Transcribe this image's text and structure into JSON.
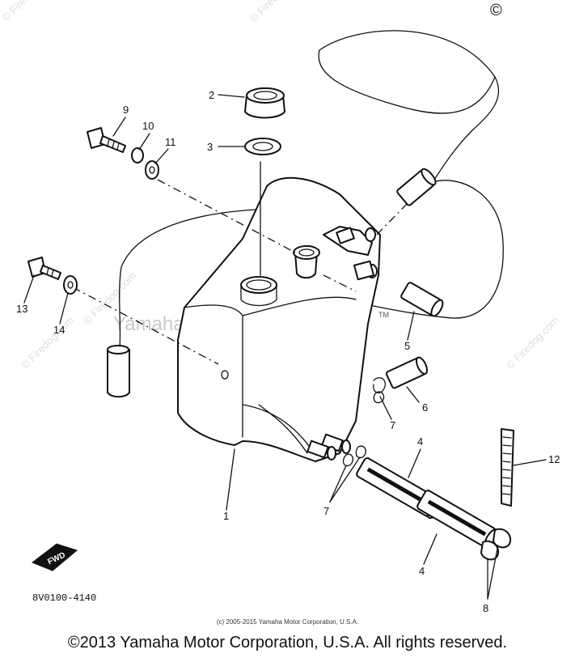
{
  "diagram": {
    "callouts": {
      "c1": "1",
      "c2": "2",
      "c3": "3",
      "c4a": "4",
      "c4b": "4",
      "c5": "5",
      "c6": "6",
      "c7a": "7",
      "c7b": "7",
      "c8": "8",
      "c9": "9",
      "c10": "10",
      "c11": "11",
      "c12": "12",
      "c13": "13",
      "c14": "14"
    },
    "tm_mark": "TM",
    "fwd_label": "FWD",
    "part_code": "8V0100-4140"
  },
  "watermarks": {
    "center": "Yamaha Motor Corp, U.S.A.",
    "corner_symbol": "©",
    "firedog": "© Firedog.com"
  },
  "footer": {
    "small_copyright": "(c) 2005-2015 Yamaha Motor Corporation, U.S.A.",
    "main_copyright": "©2013 Yamaha Motor Corporation, U.S.A. All rights reserved."
  }
}
